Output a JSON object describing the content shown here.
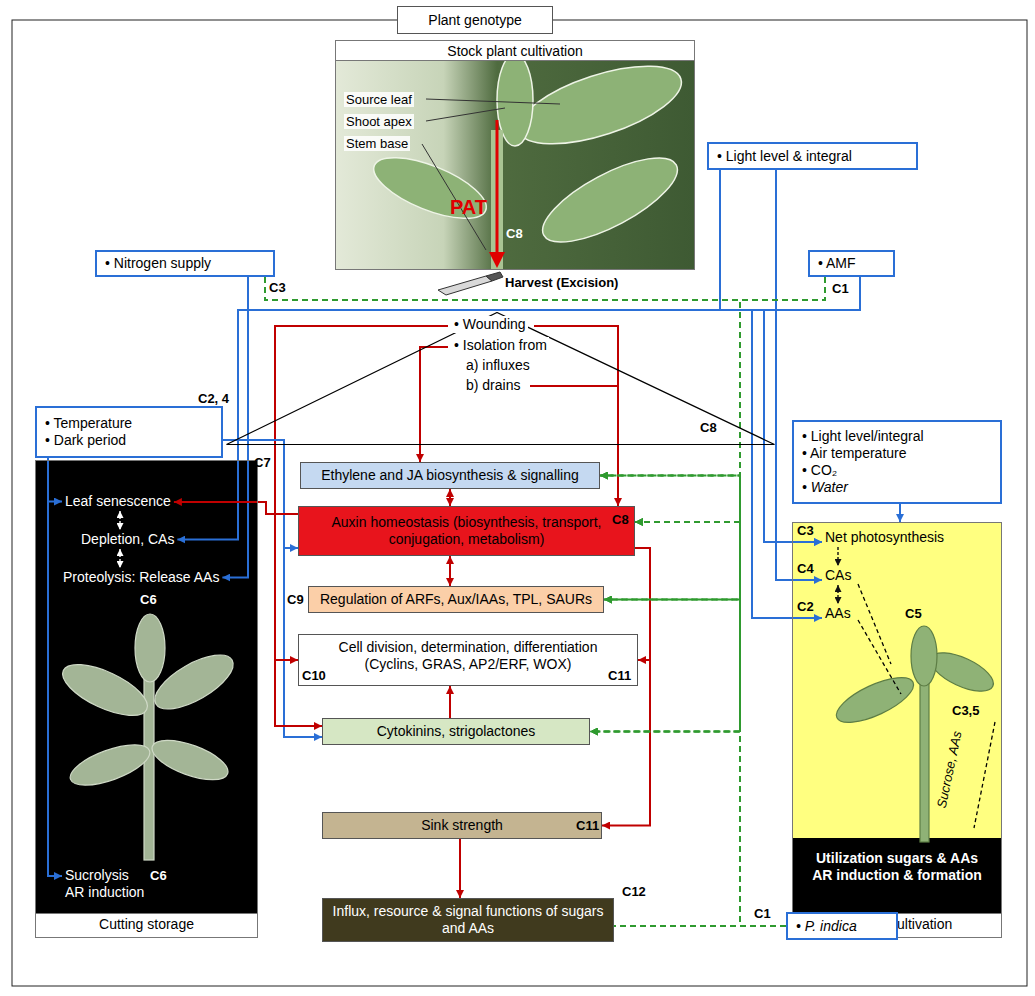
{
  "diagram": {
    "nodes": [
      {
        "text": [
          "Plant genotype"
        ]
      },
      {
        "text": [
          "Stock plant cultivation"
        ]
      },
      {
        "text": [
          "• Light level & integral"
        ]
      },
      {
        "text": [
          "• Nitrogen supply"
        ]
      },
      {
        "text": [
          "• AMF"
        ]
      },
      {
        "text": [
          "• Wounding",
          "• Isolation from",
          "a) influxes",
          "b) drains"
        ]
      },
      {
        "text": [
          "• Temperature",
          "• Dark period"
        ]
      },
      {
        "text": [
          "Cutting storage"
        ]
      },
      {
        "text": [
          "Leaf senescence"
        ],
        "in": 7
      },
      {
        "text": [
          "Depletion, CAs"
        ],
        "in": 7
      },
      {
        "text": [
          "Proteolysis: Release AAs"
        ],
        "in": 7
      },
      {
        "text": [
          "Sucrolysis",
          "AR induction"
        ],
        "in": 7
      },
      {
        "text": [
          "• Light level/integral",
          "• Air temperature",
          "• CO₂",
          "• Water"
        ]
      },
      {
        "text": [
          "Cutting cultivation"
        ]
      },
      {
        "text": [
          "Net photosynthesis"
        ],
        "in": 13
      },
      {
        "text": [
          "CAs"
        ],
        "in": 13
      },
      {
        "text": [
          "AAs"
        ],
        "in": 13
      },
      {
        "text": [
          "Utilization sugars & AAs",
          "AR induction & formation"
        ],
        "in": 13
      },
      {
        "text": [
          "Ethylene and JA biosynthesis & signalling"
        ]
      },
      {
        "text": [
          "Auxin homeostasis (biosynthesis, transport, conjugation, metabolism)"
        ]
      },
      {
        "text": [
          "Regulation of ARFs, Aux/IAAs, TPL, SAURs"
        ]
      },
      {
        "text": [
          "Cell division, determination, differentiation",
          "(Cyclins, GRAS, AP2/ERF, WOX)"
        ]
      },
      {
        "text": [
          "Cytokinins, strigolactones"
        ]
      },
      {
        "text": [
          "Sink strength"
        ]
      },
      {
        "text": [
          "Influx, resource & signal functions of sugars and AAs"
        ]
      },
      {
        "text": [
          "• P. indica"
        ]
      }
    ],
    "edges": [
      {
        "from": 3,
        "to": 10,
        "arrow": "to"
      },
      {
        "from": 2,
        "to": 9,
        "arrow": "to"
      },
      {
        "from": 3,
        "to": 16,
        "arrow": "to"
      },
      {
        "from": 3,
        "to": 14,
        "arrow": "to"
      },
      {
        "from": 4,
        "to": 14,
        "arrow": "to"
      },
      {
        "from": 2,
        "to": 15,
        "arrow": "to"
      },
      {
        "from": 12,
        "to": 13,
        "arrow": "to"
      },
      {
        "from": 6,
        "to": 8,
        "arrow": "to"
      },
      {
        "from": 6,
        "to": 11,
        "arrow": "to"
      },
      {
        "from": 6,
        "to": 19,
        "arrow": "to"
      },
      {
        "from": 6,
        "to": 22,
        "arrow": "to"
      },
      {
        "from": 5,
        "to": 18,
        "arrow": "to"
      },
      {
        "from": 5,
        "to": 19,
        "arrow": "to"
      },
      {
        "from": 5,
        "to": 21,
        "arrow": "to"
      },
      {
        "from": 5,
        "to": 22,
        "arrow": "to"
      },
      {
        "from": 19,
        "to": 8,
        "arrow": "to"
      },
      {
        "from": 18,
        "to": 19,
        "arrow": "both"
      },
      {
        "from": 19,
        "to": 20,
        "arrow": "both"
      },
      {
        "from": 22,
        "to": 21,
        "arrow": "to"
      },
      {
        "from": 19,
        "to": 21,
        "arrow": "to"
      },
      {
        "from": 19,
        "to": 23,
        "arrow": "to"
      },
      {
        "from": 23,
        "to": 24,
        "arrow": "to"
      },
      {
        "from": 14,
        "to": 15,
        "arrow": "to"
      },
      {
        "from": 15,
        "to": 16,
        "arrow": "both"
      },
      {
        "from": 8,
        "to": 9,
        "arrow": "both"
      },
      {
        "from": 9,
        "to": 10,
        "arrow": "both"
      },
      {
        "from": 4,
        "to": 18,
        "arrow": "to"
      },
      {
        "from": 4,
        "to": 19,
        "arrow": "to"
      },
      {
        "from": 4,
        "to": 20,
        "arrow": "to"
      },
      {
        "from": 4,
        "to": 22,
        "arrow": "to"
      },
      {
        "from": 3,
        "to": 18,
        "arrow": "to"
      },
      {
        "from": 3,
        "to": 19,
        "arrow": "to"
      },
      {
        "from": 3,
        "to": 20,
        "arrow": "to"
      },
      {
        "from": 3,
        "to": 22,
        "arrow": "to"
      },
      {
        "from": 25,
        "to": 18,
        "arrow": "to"
      },
      {
        "from": 25,
        "to": 19,
        "arrow": "to"
      },
      {
        "from": 25,
        "to": 20,
        "arrow": "to"
      },
      {
        "from": 25,
        "to": 22,
        "arrow": "to"
      },
      {
        "from": 25,
        "to": 24,
        "arrow": "none"
      }
    ],
    "labels": [
      "Harvest (Excision)",
      "Source leaf",
      "Shoot apex",
      "Stem base",
      "PAT",
      "C8",
      "C3",
      "C1",
      "C8",
      "C2, 4",
      "C7",
      "C6",
      "C6",
      "C8",
      "C9",
      "C10",
      "C11",
      "C11",
      "C12",
      "C1",
      "C3",
      "C4",
      "C2",
      "C5",
      "C3,5",
      "Sucrose, AAs"
    ]
  }
}
